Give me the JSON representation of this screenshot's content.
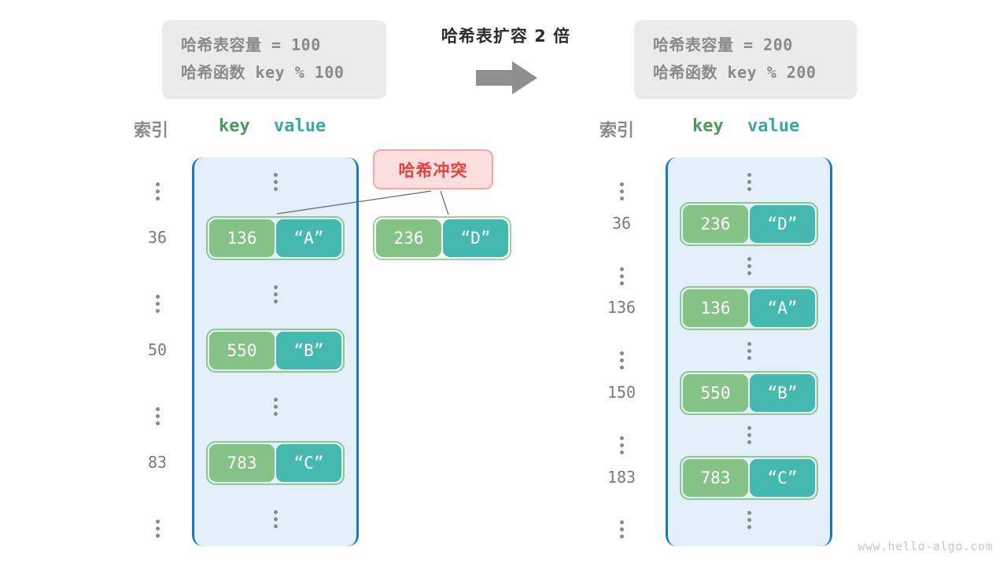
{
  "title": "哈希表扩容 2 倍",
  "colors": {
    "key_cell": "#85c285",
    "value_cell": "#45b8b0",
    "table_bg": "#e3f0fb",
    "table_border": "#1878c8",
    "badge_bg": "#fbdedd",
    "badge_border": "#f2a9a6",
    "badge_text": "#e8413c",
    "info_bg": "#ebebeb"
  },
  "info_left": {
    "capacity_label": "哈希表容量",
    "capacity_value": "=  100",
    "function_label": "哈希函数",
    "function_value": "key % 100"
  },
  "info_right": {
    "capacity_label": "哈希表容量",
    "capacity_value": "=  200",
    "function_label": "哈希函数",
    "function_value": "key % 200"
  },
  "arrow": {
    "icon": "arrow-right-icon"
  },
  "headers": {
    "index": "索引",
    "key": "key",
    "value": "value"
  },
  "collision_badge": {
    "label": "哈希冲突"
  },
  "left_table": {
    "rows": [
      {
        "index": "⋮",
        "type": "dots"
      },
      {
        "index": "36",
        "type": "pair",
        "key": "136",
        "value": "“A”"
      },
      {
        "index": "⋮",
        "type": "dots"
      },
      {
        "index": "50",
        "type": "pair",
        "key": "550",
        "value": "“B”"
      },
      {
        "index": "⋮",
        "type": "dots"
      },
      {
        "index": "83",
        "type": "pair",
        "key": "783",
        "value": "“C”"
      },
      {
        "index": "⋮",
        "type": "dots"
      }
    ]
  },
  "collision_pair": {
    "key": "236",
    "value": "“D”"
  },
  "right_table": {
    "rows": [
      {
        "index": "⋮",
        "type": "dots"
      },
      {
        "index": "36",
        "type": "pair",
        "key": "236",
        "value": "“D”"
      },
      {
        "index": "⋮",
        "type": "dots"
      },
      {
        "index": "136",
        "type": "pair",
        "key": "136",
        "value": "“A”"
      },
      {
        "index": "⋮",
        "type": "dots"
      },
      {
        "index": "150",
        "type": "pair",
        "key": "550",
        "value": "“B”"
      },
      {
        "index": "⋮",
        "type": "dots"
      },
      {
        "index": "183",
        "type": "pair",
        "key": "783",
        "value": "“C”"
      },
      {
        "index": "⋮",
        "type": "dots"
      }
    ]
  },
  "watermark": "www.hello-algo.com"
}
